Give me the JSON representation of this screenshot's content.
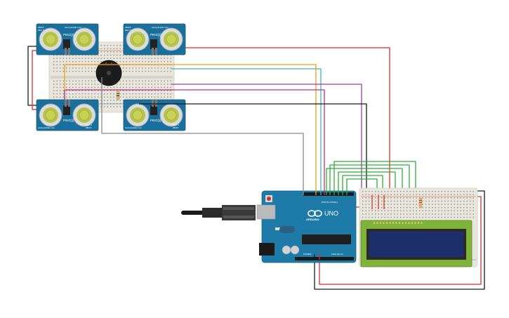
{
  "colors": {
    "background": "#ffffff",
    "wire_red": "#d32f2f",
    "wire_black": "#1a1a1a",
    "wire_orange": "#f39c12",
    "wire_cyan": "#3fb6b0",
    "wire_purple": "#9b3fa8",
    "wire_magenta": "#c0307a",
    "wire_gray": "#8a8a8a",
    "wire_green": "#2fae3a",
    "arduino_blue": "#1e7ba8",
    "sensor_blue": "#1b6f9c",
    "breadboard": "#e9e6de",
    "lcd_green": "#7fb33a",
    "lcd_screen": "#1d2f6b"
  },
  "sensors": [
    {
      "id": "sensor-top-left",
      "model": "PING)))",
      "code": "28015",
      "rev": "REV C",
      "site": "www.parallax.com"
    },
    {
      "id": "sensor-top-right",
      "model": "PING)))",
      "code": "28015",
      "rev": "REV C",
      "site": "www.parallax.com"
    },
    {
      "id": "sensor-bottom-left",
      "model": "PING)))",
      "code": "28015",
      "rev": "REV C",
      "site": "www.parallax.com"
    },
    {
      "id": "sensor-bottom-right",
      "model": "PING)))",
      "code": "28015",
      "rev": "REV C",
      "site": "www.parallax.com"
    }
  ],
  "arduino": {
    "brand": "ARDUINO",
    "model": "UNO",
    "digital_label": "DIGITAL (PWM~)",
    "power_label": "POWER",
    "analog_label": "ANALOG IN"
  }
}
